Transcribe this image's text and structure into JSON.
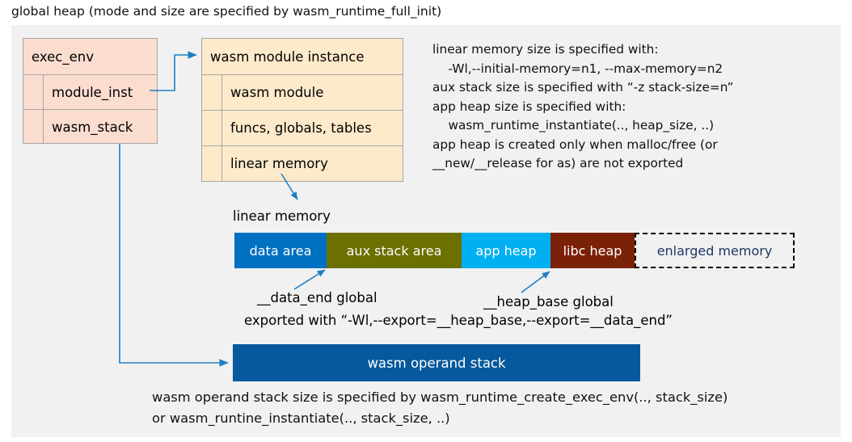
{
  "title": "global heap (mode and size are specified by wasm_runtime_full_init)",
  "exec_env": {
    "header": "exec_env",
    "rows": [
      "module_inst",
      "wasm_stack"
    ],
    "fill": "#fbddd0"
  },
  "module_instance": {
    "header": "wasm module instance",
    "rows": [
      "wasm module",
      "funcs, globals, tables",
      "linear memory"
    ],
    "fill": "#fdeacb"
  },
  "note": "linear memory size is specified with:\n    -Wl,--initial-memory=n1, --max-memory=n2\naux stack size is specified with “-z stack-size=n”\napp heap size is specified with:\n    wasm_runtime_instantiate(.., heap_size, ..)\napp heap is created only when malloc/free (or\n__new/__release for as) are not exported",
  "linear_memory": {
    "label": "linear memory",
    "segments": [
      {
        "label": "data area",
        "color": "#0070c0",
        "text_color": "#ffffff",
        "width": 114
      },
      {
        "label": "aux stack area",
        "color": "#6b7000",
        "text_color": "#ffffff",
        "width": 167
      },
      {
        "label": "app heap",
        "color": "#00b0f0",
        "text_color": "#ffffff",
        "width": 110
      },
      {
        "label": "libc heap",
        "color": "#7b2108",
        "text_color": "#ffffff",
        "width": 104
      },
      {
        "label": "enlarged memory",
        "color": "#f1f1f1",
        "text_color": "#1f3864",
        "width": 198
      }
    ]
  },
  "callouts": {
    "data_end": "__data_end global",
    "heap_base": "__heap_base global",
    "exported": "exported with “-Wl,--export=__heap_base,--export=__data_end”"
  },
  "operand_stack": {
    "label": "wasm operand stack",
    "color": "#06599c"
  },
  "bottom_note": "wasm operand stack size is specified by wasm_runtime_create_exec_env(.., stack_size)\nor wasm_runtine_instantiate(.., stack_size, ..)",
  "colors": {
    "canvas": "#f1f1f1",
    "arrow": "#1f7fc4",
    "border": "#a6a6a6"
  }
}
